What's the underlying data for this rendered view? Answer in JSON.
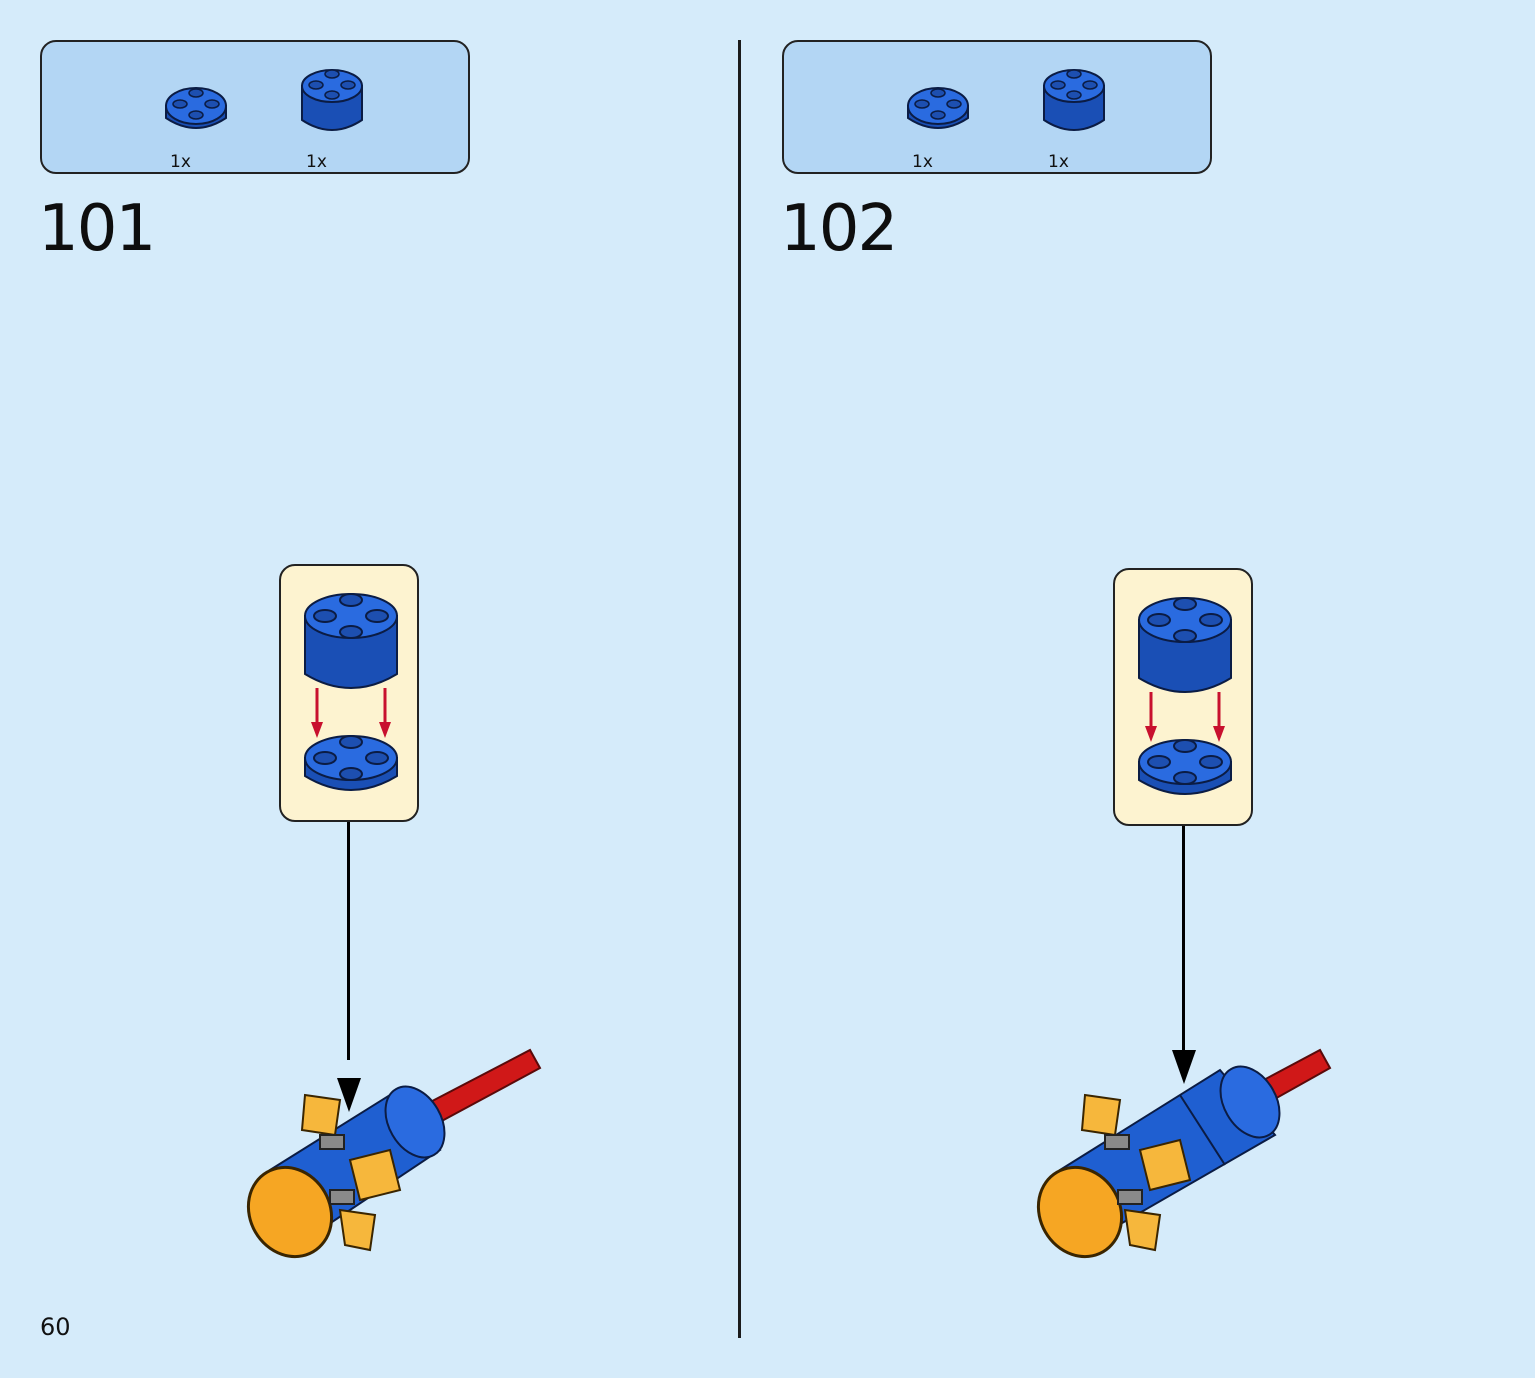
{
  "steps": [
    {
      "number": "101",
      "parts": [
        {
          "quantity": "1x",
          "icon": "round-plate-2x2-blue-icon"
        },
        {
          "quantity": "1x",
          "icon": "round-brick-2x2-blue-icon"
        }
      ]
    },
    {
      "number": "102",
      "parts": [
        {
          "quantity": "1x",
          "icon": "round-plate-2x2-blue-icon"
        },
        {
          "quantity": "1x",
          "icon": "round-brick-2x2-blue-icon"
        }
      ]
    }
  ],
  "page_number": "60",
  "colors": {
    "background": "#d5ebfa",
    "parts_box": "#b3d6f4",
    "callout": "#fdf3d0",
    "brick_blue": "#1f5fd1",
    "axle_red": "#d01818",
    "accent_orange": "#f6a623",
    "arrow_red": "#c8102e"
  }
}
